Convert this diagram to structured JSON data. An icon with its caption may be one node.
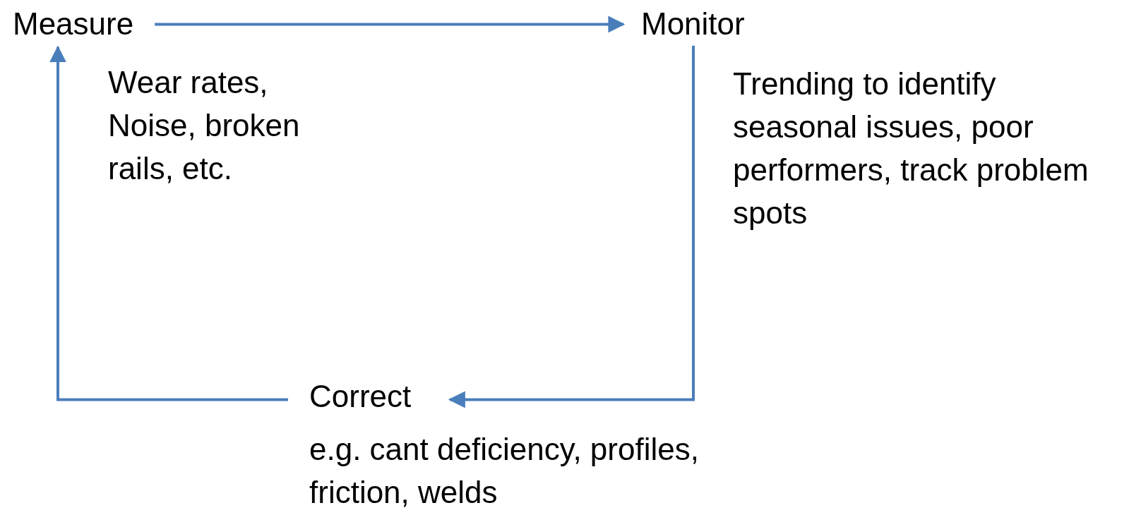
{
  "diagram": {
    "nodes": [
      {
        "text": [
          "Measure"
        ],
        "beside": [
          "Wear rates, Noise, broken rails, etc."
        ]
      },
      {
        "text": [
          "Monitor"
        ],
        "beside": [
          "Trending to identify seasonal issues, poor performers, track problem spots"
        ]
      },
      {
        "text": [
          "Correct"
        ],
        "beside": [
          "e.g. cant deficiency, profiles, friction, welds"
        ]
      }
    ],
    "edges": [
      {
        "from": 0,
        "to": 1,
        "arrow": "to"
      },
      {
        "from": 1,
        "to": 2,
        "arrow": "to"
      },
      {
        "from": 2,
        "to": 0,
        "arrow": "to"
      }
    ]
  }
}
